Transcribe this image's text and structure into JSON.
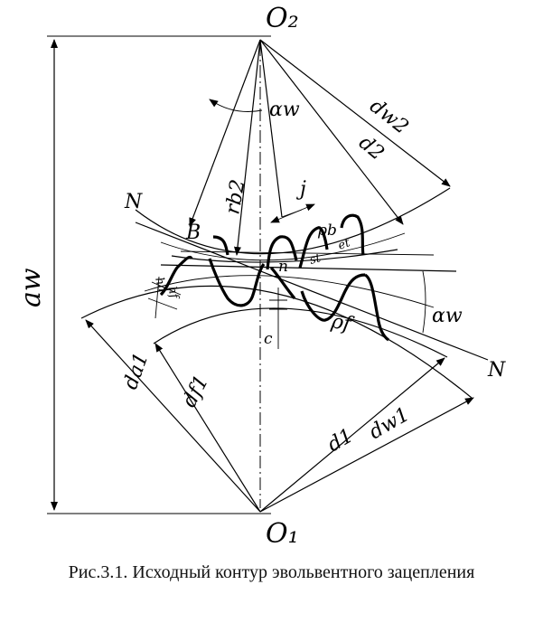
{
  "labels": {
    "O2": "O₂",
    "O1": "O₁",
    "aw": "aw",
    "alpha_w_top": "αw",
    "alpha_w_right": "αw",
    "dw2": "dw2",
    "d2": "d2",
    "rb2": "rb2",
    "j": "j",
    "N_left": "N",
    "N_right": "N",
    "B": "B",
    "rho_b": "ρb",
    "et": "et",
    "st": "st",
    "n": "n",
    "ha": "ha",
    "hf": "hf",
    "c": "c",
    "rho_f": "ρf",
    "da1": "da1",
    "df1": "df1",
    "d1": "d1",
    "dw1": "dw1"
  },
  "caption": "Рис.3.1. Исходный контур эвольвентного зацепления"
}
